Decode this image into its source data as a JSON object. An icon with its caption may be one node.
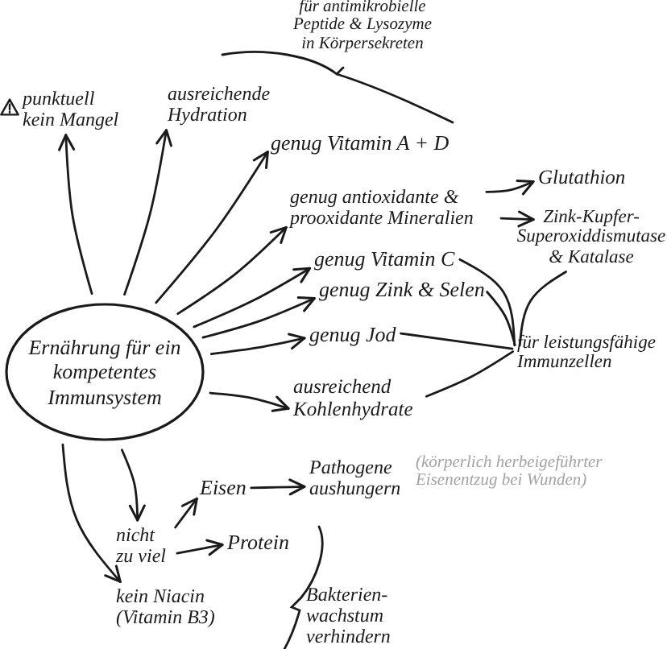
{
  "diagram": {
    "nodes": [
      {
        "text": [
          "Ernährung für ein kompetentes Immunsystem"
        ]
      },
      {
        "text": [
          "punktuell kein Mangel"
        ]
      },
      {
        "text": [
          "ausreichende Hydration"
        ]
      },
      {
        "text": [
          "genug Vitamin A + D"
        ]
      },
      {
        "text": [
          "genug antioxidante & prooxidante Mineralien"
        ]
      },
      {
        "text": [
          "Glutathion"
        ]
      },
      {
        "text": [
          "Zink-Kupfer-Superoxiddismutase & Katalase"
        ]
      },
      {
        "text": [
          "genug Vitamin C"
        ]
      },
      {
        "text": [
          "genug Zink & Selen"
        ]
      },
      {
        "text": [
          "genug Jod"
        ]
      },
      {
        "text": [
          "für leistungsfähige Immunzellen"
        ]
      },
      {
        "text": [
          "ausreichend Kohlenhydrate"
        ]
      },
      {
        "text": [
          "nicht zu viel"
        ]
      },
      {
        "text": [
          "Eisen"
        ]
      },
      {
        "text": [
          "Pathogene aushungern"
        ],
        "beside": [
          "(körperlich herbeigeführter Eisenentzug bei Wunden)"
        ]
      },
      {
        "text": [
          "Protein"
        ]
      },
      {
        "text": [
          "kein Niacin (Vitamin B3)"
        ]
      }
    ],
    "edges": [
      {
        "from": 0,
        "to": 1,
        "arrow": "to"
      },
      {
        "from": 0,
        "to": 2,
        "arrow": "to"
      },
      {
        "from": 0,
        "to": 3,
        "arrow": "to"
      },
      {
        "from": 0,
        "to": 4,
        "arrow": "to"
      },
      {
        "from": 0,
        "to": 7,
        "arrow": "to"
      },
      {
        "from": 0,
        "to": 8,
        "arrow": "to"
      },
      {
        "from": 0,
        "to": 9,
        "arrow": "to"
      },
      {
        "from": 0,
        "to": 11,
        "arrow": "to"
      },
      {
        "from": 0,
        "to": 12,
        "arrow": "to"
      },
      {
        "from": 0,
        "to": 16,
        "arrow": "to"
      },
      {
        "from": 4,
        "to": 5,
        "arrow": "to"
      },
      {
        "from": 4,
        "to": 6,
        "arrow": "to"
      },
      {
        "from": 7,
        "to": 10,
        "arrow": "none"
      },
      {
        "from": 8,
        "to": 10,
        "arrow": "none"
      },
      {
        "from": 9,
        "to": 10,
        "arrow": "none"
      },
      {
        "from": 11,
        "to": 10,
        "arrow": "none"
      },
      {
        "from": 6,
        "to": 10,
        "arrow": "none"
      },
      {
        "from": 12,
        "to": 13,
        "arrow": "to"
      },
      {
        "from": 12,
        "to": 15,
        "arrow": "to"
      },
      {
        "from": 13,
        "to": 14,
        "arrow": "to"
      }
    ],
    "labels": [
      "für antimikrobielle Peptide & Lysozyme in Körpersekreten",
      "Bakterien-wachstum verhindern"
    ]
  }
}
